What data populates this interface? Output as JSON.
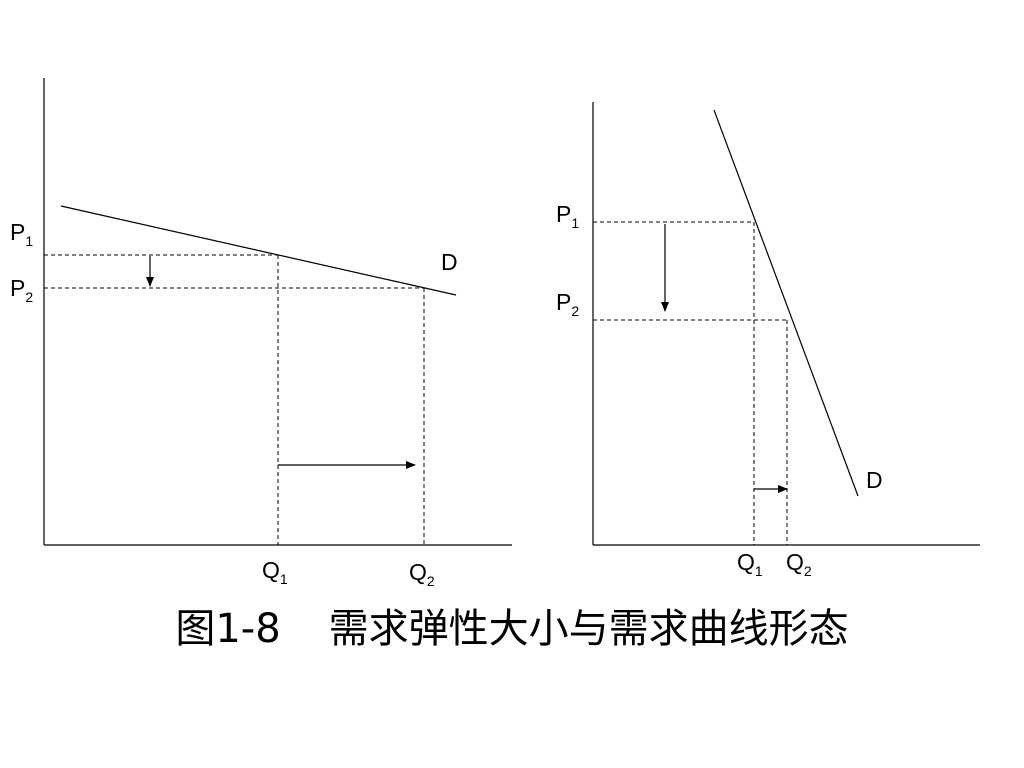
{
  "left_diagram": {
    "p1": {
      "base": "P",
      "sub": "1"
    },
    "p2": {
      "base": "P",
      "sub": "2"
    },
    "q1": {
      "base": "Q",
      "sub": "1"
    },
    "q2": {
      "base": "Q",
      "sub": "2"
    },
    "curve_label": "D"
  },
  "right_diagram": {
    "p1": {
      "base": "P",
      "sub": "1"
    },
    "p2": {
      "base": "P",
      "sub": "2"
    },
    "q1": {
      "base": "Q",
      "sub": "1"
    },
    "q2": {
      "base": "Q",
      "sub": "2"
    },
    "curve_label": "D"
  },
  "caption": {
    "figure_number": "图1-8",
    "title": "需求弹性大小与需求曲线形态"
  }
}
